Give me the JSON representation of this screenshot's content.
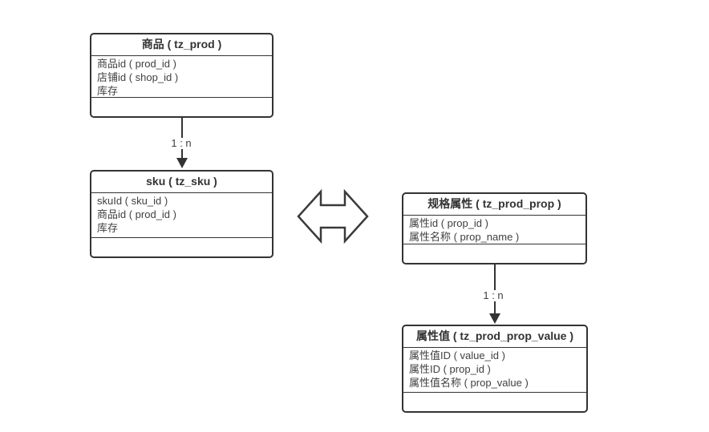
{
  "diagram": {
    "background": "#ffffff",
    "line_color": "#333333",
    "text_color": "#404040",
    "entities": [
      {
        "id": "prod",
        "title": "商品 ( tz_prod )",
        "fields": [
          "商品id ( prod_id )",
          "店铺id ( shop_id )",
          "库存"
        ]
      },
      {
        "id": "sku",
        "title": "sku ( tz_sku )",
        "fields": [
          "skuId ( sku_id )",
          "商品id ( prod_id )",
          "库存"
        ]
      },
      {
        "id": "prod_prop",
        "title": "规格属性 ( tz_prod_prop )",
        "fields": [
          "属性id ( prop_id )",
          "属性名称 ( prop_name )"
        ]
      },
      {
        "id": "prod_prop_value",
        "title": "属性值 ( tz_prod_prop_value )",
        "fields": [
          "属性值ID ( value_id )",
          "属性ID ( prop_id )",
          "属性值名称 ( prop_value )"
        ]
      }
    ],
    "relations": [
      {
        "from": "prod",
        "to": "sku",
        "label": "1 : n",
        "arrow": "down"
      },
      {
        "from": "prod_prop",
        "to": "prod_prop_value",
        "label": "1 : n",
        "arrow": "down"
      }
    ],
    "connector": {
      "icon": "double-arrow",
      "between": [
        "sku",
        "prod_prop"
      ]
    }
  }
}
